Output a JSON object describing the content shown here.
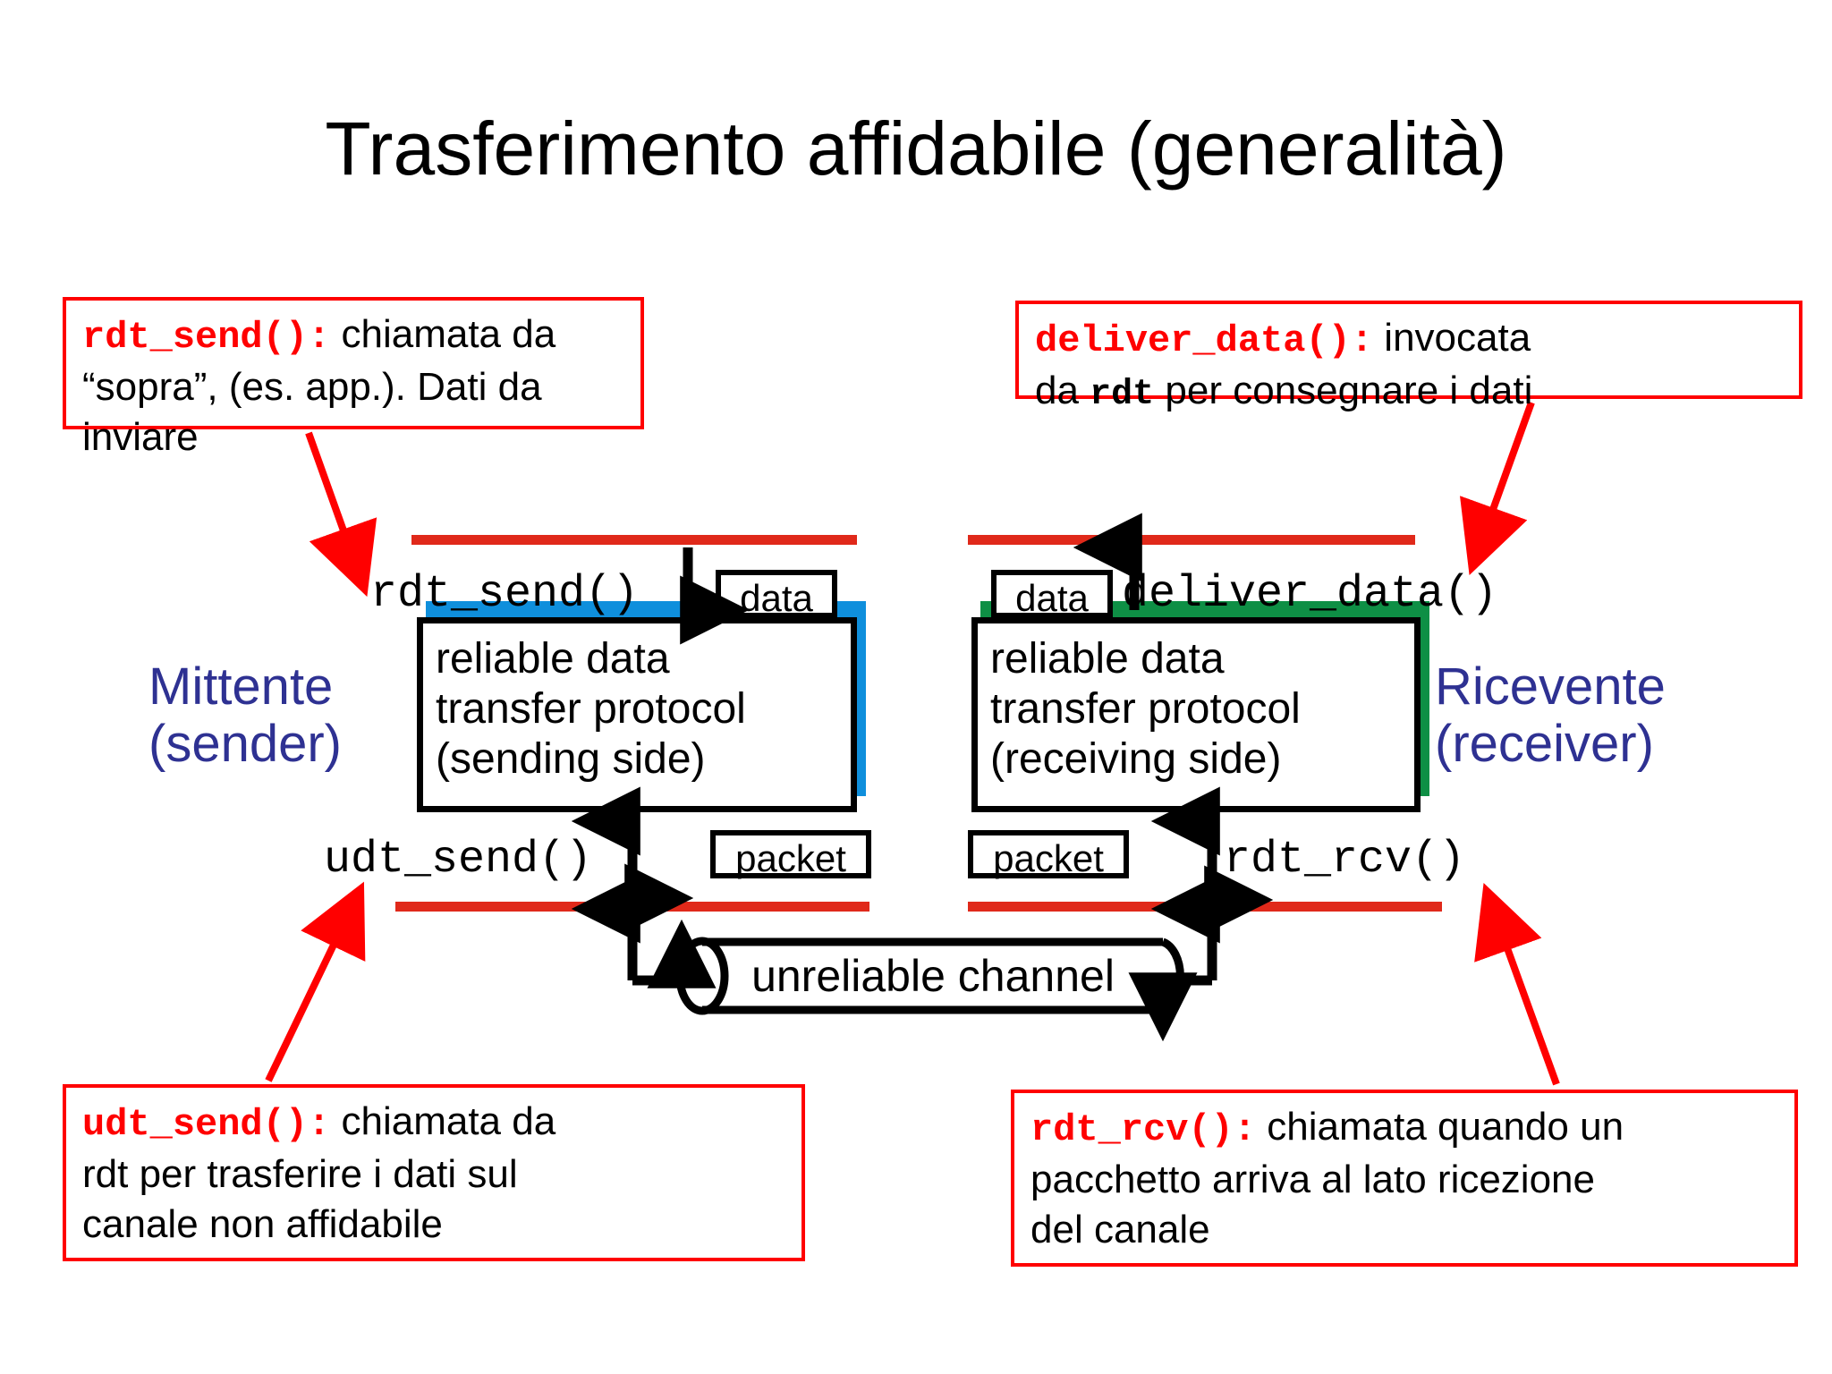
{
  "slide": {
    "title": "Trasferimento affidabile (generalità)"
  },
  "colors": {
    "callout_border": "#ff0000",
    "callout_code": "#ff0000",
    "layer_line_red": "#e0291a",
    "sender_shadow_blue": "#0f8fdc",
    "receiver_shadow_green": "#0e8f45",
    "role_label_blue": "#2e3192",
    "text_black": "#000000",
    "background": "#ffffff"
  },
  "callouts": {
    "rdt_send": {
      "code": "rdt_send()",
      "colon": ":",
      "line1_rest": " chiamata da",
      "line2": "“sopra”, (es.  app.). Dati da inviare"
    },
    "deliver_data": {
      "code": "deliver_data()",
      "colon": ":",
      "line1_rest": " invocata",
      "line2_pre": "da ",
      "line2_code": "rdt",
      "line2_post": " per consegnare i dati"
    },
    "udt_send": {
      "code": "udt_send()",
      "colon": ":",
      "line1_rest": " chiamata da",
      "line2": "rdt per trasferire i dati sul",
      "line3": "canale non affidabile"
    },
    "rdt_rcv": {
      "code": "rdt_rcv()",
      "colon": ":",
      "line1_rest": " chiamata quando un",
      "line2": "pacchetto arriva al lato ricezione",
      "line3": "del canale"
    }
  },
  "diagram": {
    "sender_role": {
      "line1": "Mittente",
      "line2": "(sender)"
    },
    "receiver_role": {
      "line1": "Ricevente",
      "line2": "(receiver)"
    },
    "sender_protocol": {
      "line1": "reliable data",
      "line2": "transfer protocol",
      "line3": "(sending side)"
    },
    "receiver_protocol": {
      "line1": "reliable data",
      "line2": "transfer protocol",
      "line3": "(receiving side)"
    },
    "labels": {
      "rdt_send": "rdt_send()",
      "deliver_data": "deliver_data()",
      "udt_send": "udt_send()",
      "rdt_rcv": "rdt_rcv()"
    },
    "units": {
      "data_sender": "data",
      "data_receiver": "data",
      "packet_sender": "packet",
      "packet_receiver": "packet"
    },
    "channel": "unreliable channel"
  }
}
